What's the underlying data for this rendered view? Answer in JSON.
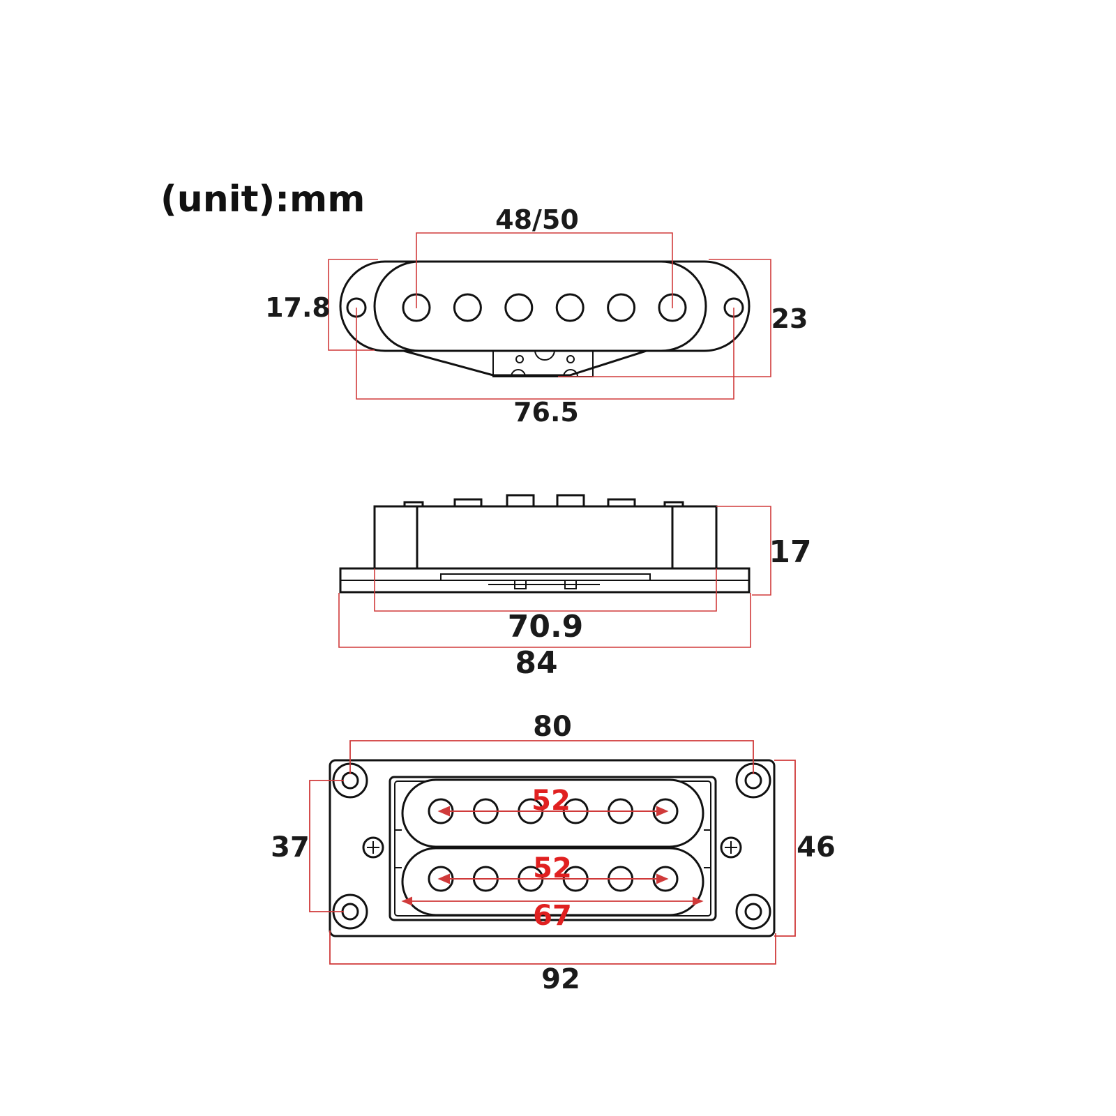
{
  "unit_label": "(unit):mm",
  "colors": {
    "dimension_line": "#d03a3a",
    "highlight_text": "#e02020",
    "outline": "#111111",
    "background": "#ffffff"
  },
  "single_coil_top": {
    "pole_spacing": "48/50",
    "cover_width": "17.8",
    "overall_width": "23",
    "mount_hole_spacing": "76.5",
    "pole_count": 6
  },
  "single_coil_side": {
    "height": "17",
    "body_length": "70.9",
    "base_length": "84"
  },
  "humbucker_top": {
    "mount_hole_spacing_x": "80",
    "mount_hole_spacing_y": "37",
    "ring_height": "46",
    "ring_length": "92",
    "pole_spacing_top": "52",
    "pole_spacing_bottom": "52",
    "coil_length": "67",
    "poles_per_coil": 6
  }
}
